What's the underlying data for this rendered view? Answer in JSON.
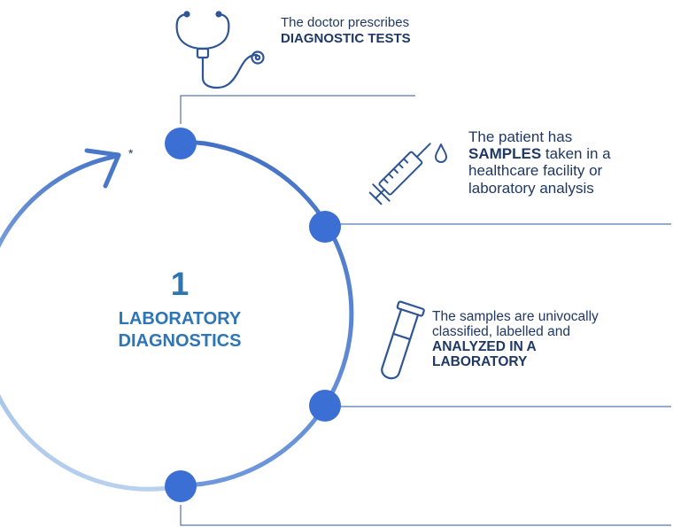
{
  "center": {
    "number": "1",
    "title_line1": "LABORATORY",
    "title_line2": "DIAGNOSTICS"
  },
  "asterisk": "*",
  "steps": [
    {
      "icon": "stethoscope-icon",
      "line1": "The doctor prescribes",
      "bold": "DIAGNOSTIC TESTS"
    },
    {
      "icon": "syringe-icon",
      "line1": "The patient has",
      "bold": "SAMPLES",
      "after_bold": " taken in a",
      "line3": "healthcare facility or",
      "line4": "laboratory analysis"
    },
    {
      "icon": "test-tube-icon",
      "line1": "The samples are univocally",
      "line2": "classified, labelled and",
      "bold_line1": "ANALYZED IN A",
      "bold_line2": "LABORATORY"
    }
  ],
  "colors": {
    "ring_dark": "#4472c4",
    "ring_light": "#9dc3e6",
    "dot": "#3c6fd4",
    "text": "#1f3864",
    "accent": "#2e75b6",
    "icon_stroke": "#2f5597"
  }
}
